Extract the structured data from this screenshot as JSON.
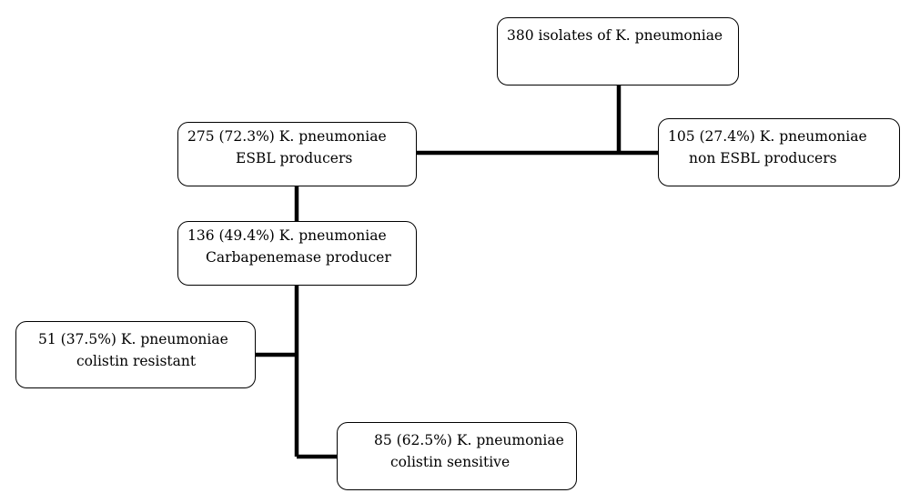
{
  "diagram": {
    "root": {
      "line1": "380 isolates of K. pneumoniae"
    },
    "esbl": {
      "line1": "275 (72.3%) K. pneumoniae",
      "line2": "ESBL producers"
    },
    "non_esbl": {
      "line1": "105 (27.4%) K. pneumoniae",
      "line2": "non ESBL producers"
    },
    "carbapenemase": {
      "line1": "136 (49.4%) K. pneumoniae",
      "line2": "Carbapenemase producer"
    },
    "colistin_resistant": {
      "line1": "51 (37.5%) K. pneumoniae",
      "line2": "colistin resistant"
    },
    "colistin_sensitive": {
      "line1": "85 (62.5%) K. pneumoniae",
      "line2": "colistin sensitive"
    },
    "colors": {
      "line": "#000000",
      "box_border": "#000000",
      "background": "#ffffff"
    }
  }
}
